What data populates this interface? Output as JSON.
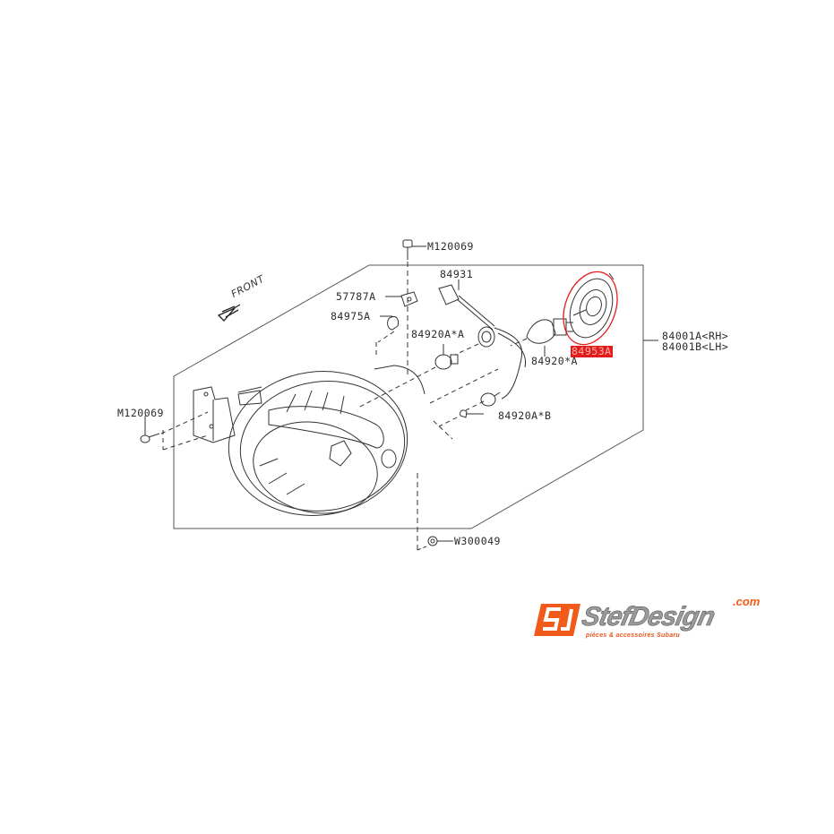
{
  "diagram": {
    "type": "exploded parts diagram",
    "subject": "headlamp assembly",
    "direction_label": "FRONT",
    "highlight_color": "#e31b1b",
    "line_color": "#333333",
    "parts": [
      {
        "id": "M120069_top",
        "label": "M120069",
        "description": "bolt (top)"
      },
      {
        "id": "84931",
        "label": "84931",
        "description": "connector harness"
      },
      {
        "id": "57787A",
        "label": "57787A",
        "description": "clip nut"
      },
      {
        "id": "84975A",
        "label": "84975A",
        "description": "clip"
      },
      {
        "id": "84920A_A_1",
        "label": "84920A*A",
        "description": "bulb (turn signal)"
      },
      {
        "id": "84920_A",
        "label": "84920*A",
        "description": "headlamp bulb"
      },
      {
        "id": "84953A",
        "label": "84953A",
        "description": "bulb cover",
        "highlighted": true
      },
      {
        "id": "84920A_B",
        "label": "84920A*B",
        "description": "small bulb"
      },
      {
        "id": "M120069_side",
        "label": "M120069",
        "description": "bolt (side)"
      },
      {
        "id": "W300049",
        "label": "W300049",
        "description": "screw (bottom)"
      }
    ],
    "assembly_labels": [
      "84001A<RH>",
      "84001B<LH>"
    ]
  },
  "logo": {
    "mark": "SD",
    "name": "StefDesign",
    "suffix": ".com",
    "tagline": "pièces & accessoires Subaru",
    "accent_color": "#f05a1a"
  }
}
